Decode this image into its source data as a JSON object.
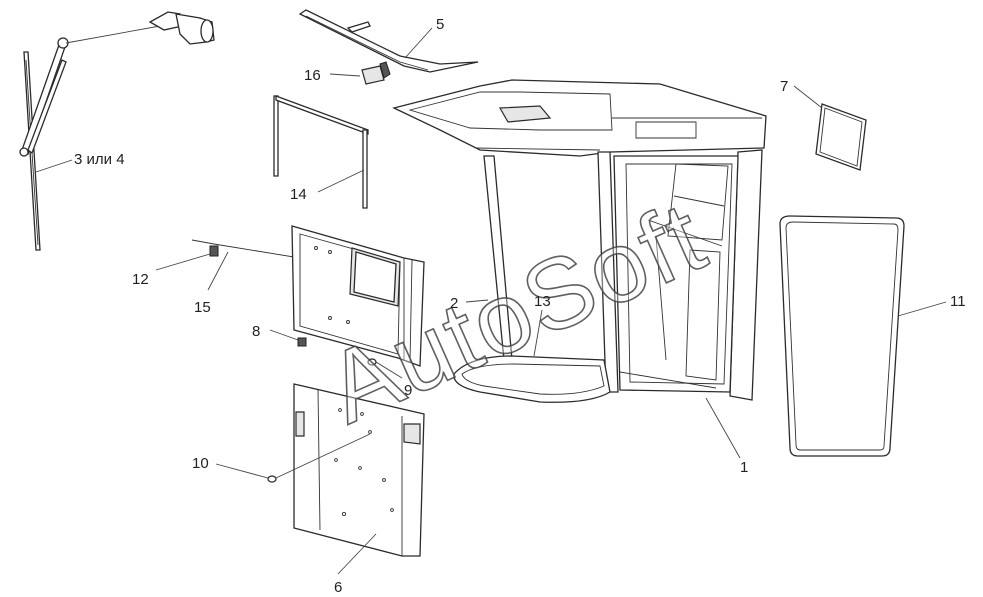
{
  "callouts": {
    "c1": "1",
    "c2": "2",
    "c3": "3 или 4",
    "c5": "5",
    "c6": "6",
    "c7": "7",
    "c8": "8",
    "c9": "9",
    "c10": "10",
    "c11": "11",
    "c12": "12",
    "c13": "13",
    "c14": "14",
    "c15": "15",
    "c16": "16"
  },
  "watermark": "AutoSoft",
  "colors": {
    "line": "#2b2b2b",
    "fill": "#ffffff",
    "shade": "#e6e6e6",
    "watermark": "#ffffff"
  }
}
